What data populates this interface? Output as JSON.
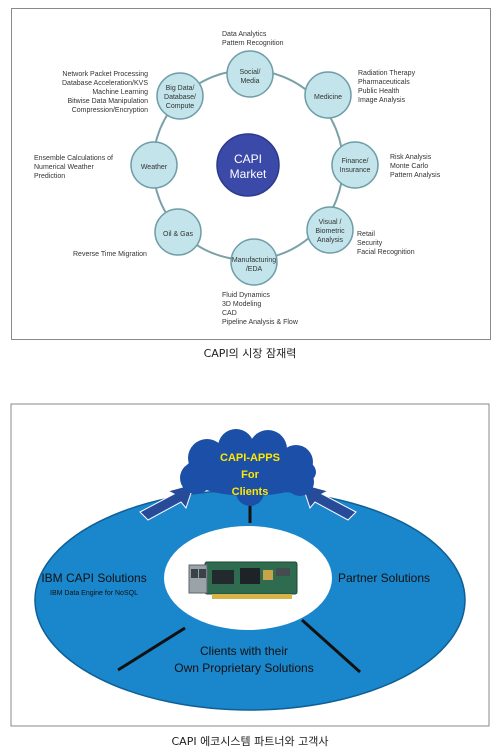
{
  "diagram1": {
    "center": [
      "CAPI",
      "Market"
    ],
    "nodes": [
      {
        "label": [
          "Social/",
          "Media"
        ]
      },
      {
        "label": [
          "Medicine"
        ]
      },
      {
        "label": [
          "Finance/",
          "Insurance"
        ]
      },
      {
        "label": [
          "Visual /",
          "Biometric",
          "Analysis"
        ]
      },
      {
        "label": [
          "Manufacturing",
          "/EDA"
        ]
      },
      {
        "label": [
          "Oil & Gas"
        ]
      },
      {
        "label": [
          "Weather"
        ]
      },
      {
        "label": [
          "Big Data/",
          "Database/",
          "Compute"
        ]
      }
    ],
    "notes": [
      [
        "Data Analytics",
        "Pattern Recognition"
      ],
      [
        "Radiation Therapy",
        "Pharmaceuticals",
        "Public Health",
        "Image Analysis"
      ],
      [
        "Risk Analysis",
        "Monte Carlo",
        "Pattern Analysis"
      ],
      [
        "Retail",
        "Security",
        "Facial Recognition"
      ],
      [
        "Fluid Dynamics",
        "3D Modeling",
        "CAD",
        "Pipeline Analysis & Flow"
      ],
      [
        "Reverse Time Migration"
      ],
      [
        "Ensemble Calculations of",
        "Numerical Weather",
        "Prediction"
      ],
      [
        "Network Packet Processing",
        "Database Acceleration/KVS",
        "Machine Learning",
        "Bitwise Data Manipulation",
        "Compression/Encryption"
      ]
    ],
    "caption": "CAPI의 시장 잠재력",
    "colors": {
      "node_fill": "#c3e4ea",
      "node_stroke": "#6f9ea8",
      "center_fill": "#3b4aa8",
      "ring": "#7aa0a8"
    }
  },
  "diagram2": {
    "cloud": [
      "CAPI-APPS",
      "For",
      "Clients"
    ],
    "ibm_title": "IBM CAPI Solutions",
    "ibm_sub": "IBM Data Engine for NoSQL",
    "partner": "Partner Solutions",
    "clients": [
      "Clients with their",
      "Own Proprietary Solutions"
    ],
    "card_icon": "capi-adapter-card-image",
    "caption": "CAPI 에코시스템 파트너와 고객사",
    "colors": {
      "ellipse": "#1a86cc",
      "cloud": "#1b4fa8",
      "cloud_text": "#ffe800",
      "arrow": "#274a99"
    }
  }
}
